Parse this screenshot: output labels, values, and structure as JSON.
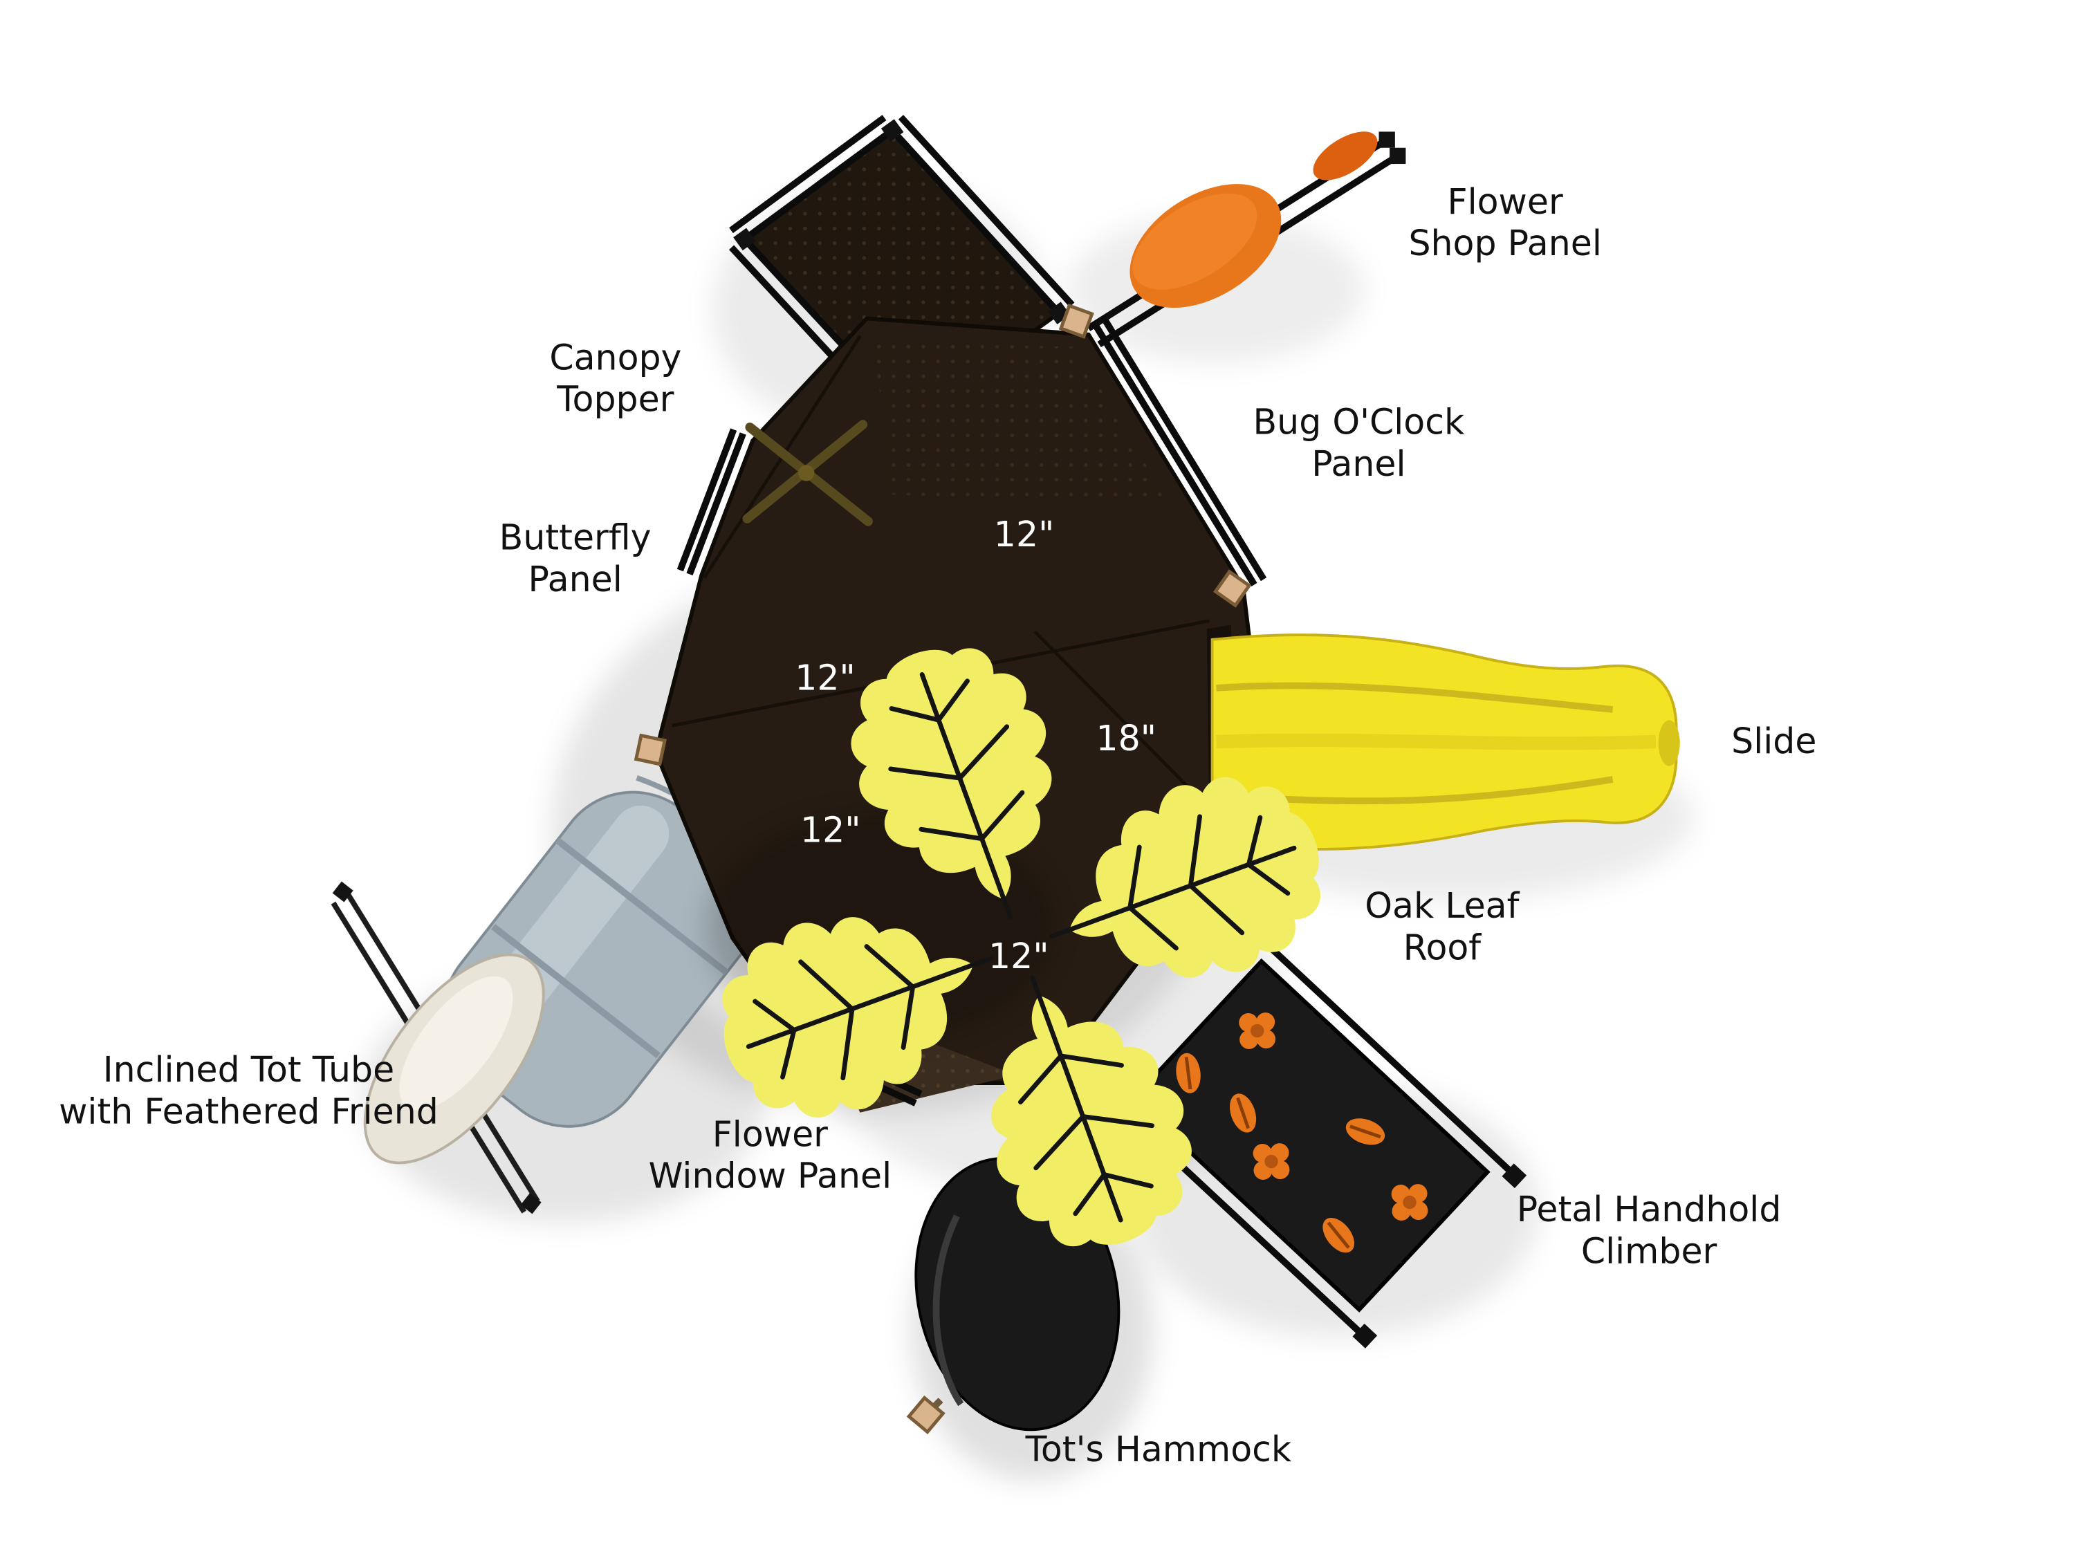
{
  "diagram": {
    "type": "playground-top-view",
    "labels": {
      "flower_shop": "Flower\nShop Panel",
      "canopy_topper": "Canopy\nTopper",
      "bug_oclock": "Bug O'Clock\nPanel",
      "butterfly": "Butterfly\nPanel",
      "slide": "Slide",
      "oak_leaf_roof": "Oak Leaf\nRoof",
      "tot_tube": "Inclined Tot Tube\nwith Feathered Friend",
      "flower_window": "Flower\nWindow Panel",
      "petal_climber": "Petal Handhold\nClimber",
      "tots_hammock": "Tot's Hammock"
    },
    "measurements": {
      "deck_top": "12\"",
      "deck_mid_left": "12\"",
      "deck_right": "18\"",
      "deck_lower_left": "12\"",
      "roof_center": "12\""
    },
    "colors": {
      "background": "#ffffff",
      "deck_brown": "#261c13",
      "ramp_brown": "#20170f",
      "slide_yellow": "#f2e324",
      "leaf_yellow": "#f1ee66",
      "canopy_orange": "#e8761a",
      "tube_gray": "#a9b6bd",
      "end_cap_cream": "#e9e4d8",
      "panel_black": "#1a1a1a",
      "hammock_black": "#191919",
      "post_tan": "#d9b48c",
      "label_black": "#111111",
      "measure_white": "#ffffff"
    }
  }
}
